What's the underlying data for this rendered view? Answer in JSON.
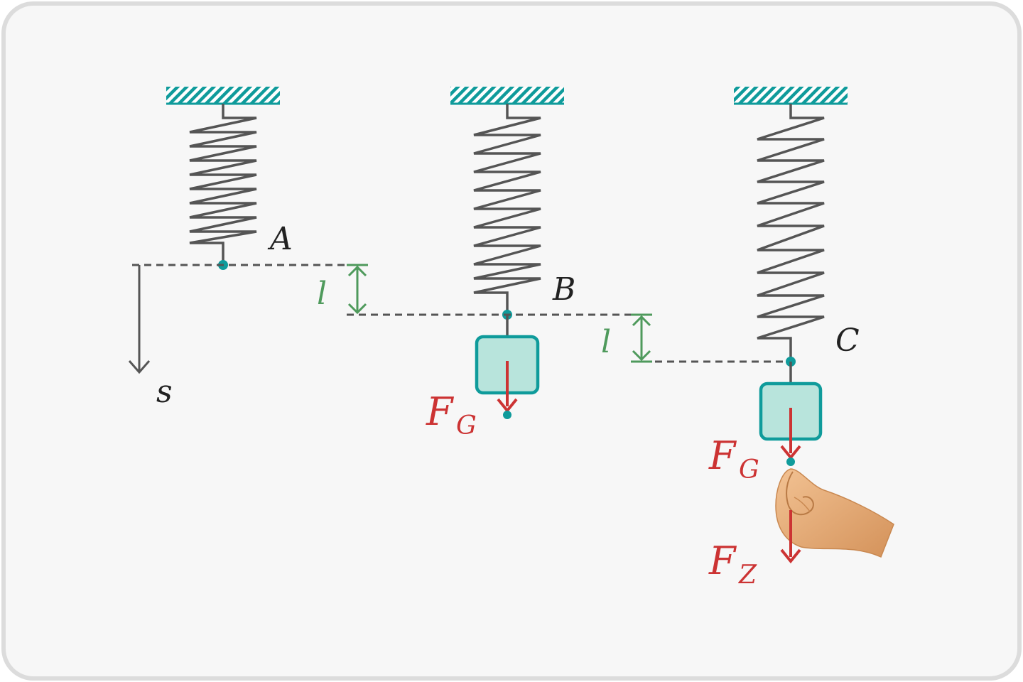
{
  "labels": {
    "point_a": "A",
    "point_b": "B",
    "point_c": "C",
    "axis_s": "s",
    "ext_1": "l",
    "ext_2": "l",
    "fg_1_main": "F",
    "fg_1_sub": "G",
    "fg_2_main": "F",
    "fg_2_sub": "G",
    "fz_main": "F",
    "fz_sub": "Z"
  },
  "colors": {
    "frame_bg": "#f7f7f7",
    "frame_border": "#dcdcdc",
    "teal": "#0f9b9b",
    "mass_fill": "#b8e4dc",
    "spring": "#555555",
    "dashed": "#555555",
    "green": "#4f9a5c",
    "force_red": "#cc3333",
    "text_dark": "#222222",
    "skin": "#e0a673"
  },
  "icons": {
    "ceiling": "hatched-ceiling-icon",
    "hand": "hand-pulling-icon"
  }
}
